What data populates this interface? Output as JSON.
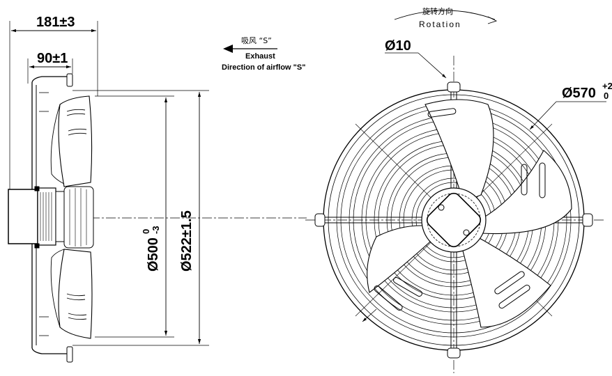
{
  "side_view": {
    "width_total": "181±3",
    "width_motor": "90±1",
    "dia_inner_prefix": "Ø500",
    "dia_inner_tol_upper": "0",
    "dia_inner_tol_lower": "-3",
    "dia_outer": "Ø522±1.5"
  },
  "airflow": {
    "label_cn": "吸风 “S”",
    "label_en": "Exhaust",
    "direction": "Direction of airflow \"S\""
  },
  "front_view": {
    "rotation_cn": "旋转方向",
    "rotation_en": "Rotation",
    "hole_dia": "Ø10",
    "guard_dia_prefix": "Ø570",
    "guard_tol_upper": "+2",
    "guard_tol_lower": "0"
  },
  "icons": [
    "airflow-arrow-icon",
    "rotation-arrow-icon"
  ]
}
